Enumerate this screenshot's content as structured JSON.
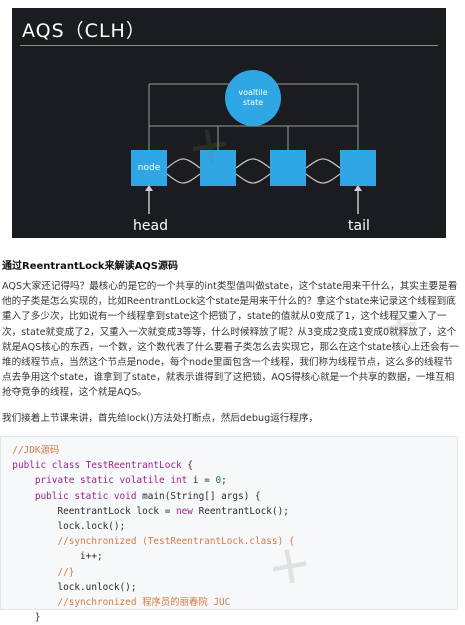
{
  "diagram": {
    "title": "AQS（CLH）",
    "state_line1": "voaltile",
    "state_line2": "state",
    "node_label": "node",
    "head_label": "head",
    "tail_label": "tail",
    "accent": "#2fa7e4",
    "background": "#1b1c1f"
  },
  "article": {
    "heading": "通过ReentrantLock来解读AQS源码",
    "paragraph": " AQS大家还记得吗？最核心的是它的一个共享的int类型值叫做state，这个state用来干什么，其实主要是看他的子类是怎么实现的，比如ReentrantLock这个state是用来干什么的？拿这个state来记录这个线程到底重入了多少次，比如说有一个线程拿到state这个把锁了，state的值就从0变成了1，这个线程又重入了一次，state就变成了2，又重入一次就变成3等等，什么时候释放了呢？从3变成2变成1变成0就释放了，这个就是AQS核心的东西，一个数，这个数代表了什么要看子类怎么去实现它，那么在这个state核心上还会有一堆的线程节点，当然这个节点是node，每个node里面包含一个线程，我们称为线程节点，这么多的线程节点去争用这个state，谁拿到了state，就表示谁得到了这把锁，AQS得核心就是一个共享的数据，一堆互相抢夺竞争的线程，这个就是AQS。",
    "paragraph2": "我们接着上节课来讲，首先给lock()方法处打断点，然后debug运行程序，"
  },
  "code": {
    "lines": [
      {
        "indent": "  ",
        "parts": [
          {
            "t": "//JDK源码",
            "c": "c-comment"
          }
        ]
      },
      {
        "indent": "  ",
        "parts": [
          {
            "t": "public class ",
            "c": "c-kw"
          },
          {
            "t": "TestReentrantLock",
            "c": "c-cls"
          },
          {
            "t": " {",
            "c": "c-plain"
          }
        ]
      },
      {
        "indent": "      ",
        "parts": [
          {
            "t": "private static volatile int ",
            "c": "c-kw"
          },
          {
            "t": "i = ",
            "c": "c-plain"
          },
          {
            "t": "0",
            "c": "c-num"
          },
          {
            "t": ";",
            "c": "c-plain"
          }
        ]
      },
      {
        "indent": "      ",
        "parts": [
          {
            "t": "public static void ",
            "c": "c-kw"
          },
          {
            "t": "main(String[] args) {",
            "c": "c-plain"
          }
        ]
      },
      {
        "indent": "          ",
        "parts": [
          {
            "t": "ReentrantLock lock = ",
            "c": "c-plain"
          },
          {
            "t": "new ",
            "c": "c-kw"
          },
          {
            "t": "ReentrantLock();",
            "c": "c-plain"
          }
        ]
      },
      {
        "indent": "          ",
        "parts": [
          {
            "t": "lock.lock();",
            "c": "c-plain"
          }
        ]
      },
      {
        "indent": "          ",
        "parts": [
          {
            "t": "//synchronized (TestReentrantLock.class) {",
            "c": "c-comment"
          }
        ]
      },
      {
        "indent": "              ",
        "parts": [
          {
            "t": "i++;",
            "c": "c-plain"
          }
        ]
      },
      {
        "indent": "          ",
        "parts": [
          {
            "t": "//}",
            "c": "c-comment"
          }
        ]
      },
      {
        "indent": "          ",
        "parts": [
          {
            "t": "lock.unlock();",
            "c": "c-plain"
          }
        ]
      },
      {
        "indent": "          ",
        "parts": [
          {
            "t": "//synchronized 程序员的丽春院 JUC",
            "c": "c-comment"
          }
        ]
      },
      {
        "indent": "      ",
        "parts": [
          {
            "t": "}",
            "c": "c-plain"
          }
        ]
      }
    ]
  }
}
